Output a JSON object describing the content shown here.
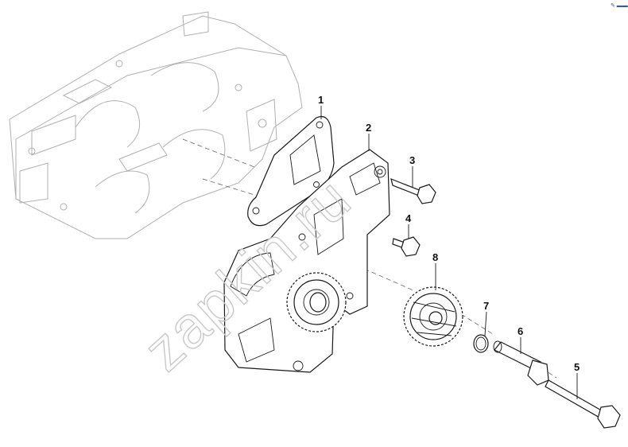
{
  "callouts": [
    {
      "id": "1",
      "label": "1"
    },
    {
      "id": "2",
      "label": "2"
    },
    {
      "id": "3",
      "label": "3"
    },
    {
      "id": "4",
      "label": "4"
    },
    {
      "id": "5",
      "label": "5"
    },
    {
      "id": "6",
      "label": "6"
    },
    {
      "id": "7",
      "label": "7"
    },
    {
      "id": "8",
      "label": "8"
    }
  ],
  "watermark": "zapkin.ru"
}
